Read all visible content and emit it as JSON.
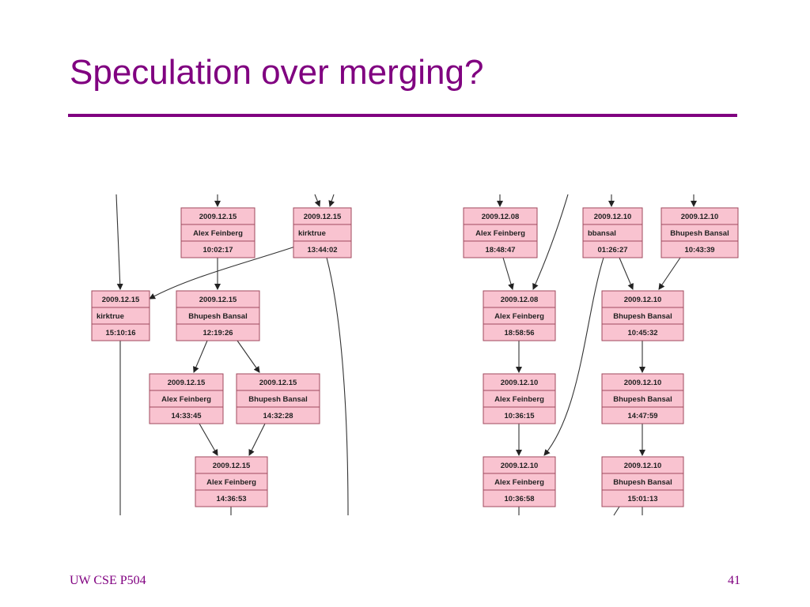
{
  "slide": {
    "title": "Speculation over merging?",
    "footer_left": "UW CSE P504",
    "page_number": "41"
  },
  "colors": {
    "title": "#800080",
    "node_fill": "#f9c3d0",
    "node_border": "#a04a5e"
  },
  "graph": {
    "nodes": [
      {
        "id": "L1",
        "date": "2009.12.15",
        "author": "Alex Feinberg",
        "time": "10:02:17"
      },
      {
        "id": "L2",
        "date": "2009.12.15",
        "author": "kirktrue",
        "time": "13:44:02"
      },
      {
        "id": "L3",
        "date": "2009.12.15",
        "author": "kirktrue",
        "time": "15:10:16"
      },
      {
        "id": "L4",
        "date": "2009.12.15",
        "author": "Bhupesh Bansal",
        "time": "12:19:26"
      },
      {
        "id": "L5",
        "date": "2009.12.15",
        "author": "Alex Feinberg",
        "time": "14:33:45"
      },
      {
        "id": "L6",
        "date": "2009.12.15",
        "author": "Bhupesh Bansal",
        "time": "14:32:28"
      },
      {
        "id": "L7",
        "date": "2009.12.15",
        "author": "Alex Feinberg",
        "time": "14:36:53"
      },
      {
        "id": "R1",
        "date": "2009.12.08",
        "author": "Alex Feinberg",
        "time": "18:48:47"
      },
      {
        "id": "R2",
        "date": "2009.12.10",
        "author": "bbansal",
        "time": "01:26:27"
      },
      {
        "id": "R3",
        "date": "2009.12.10",
        "author": "Bhupesh Bansal",
        "time": "10:43:39"
      },
      {
        "id": "R4",
        "date": "2009.12.08",
        "author": "Alex Feinberg",
        "time": "18:58:56"
      },
      {
        "id": "R5",
        "date": "2009.12.10",
        "author": "Bhupesh Bansal",
        "time": "10:45:32"
      },
      {
        "id": "R6",
        "date": "2009.12.10",
        "author": "Alex Feinberg",
        "time": "10:36:15"
      },
      {
        "id": "R7",
        "date": "2009.12.10",
        "author": "Bhupesh Bansal",
        "time": "14:47:59"
      },
      {
        "id": "R8",
        "date": "2009.12.10",
        "author": "Alex Feinberg",
        "time": "10:36:58"
      },
      {
        "id": "R9",
        "date": "2009.12.10",
        "author": "Bhupesh Bansal",
        "time": "15:01:13"
      }
    ],
    "edges": [
      [
        "L1",
        "L4"
      ],
      [
        "L2",
        "L3"
      ],
      [
        "L4",
        "L5"
      ],
      [
        "L4",
        "L6"
      ],
      [
        "L5",
        "L7"
      ],
      [
        "L6",
        "L7"
      ],
      [
        "R1",
        "R4"
      ],
      [
        "R2",
        "R5"
      ],
      [
        "R3",
        "R5"
      ],
      [
        "R4",
        "R6"
      ],
      [
        "R5",
        "R7"
      ],
      [
        "R6",
        "R8"
      ],
      [
        "R2",
        "R8"
      ],
      [
        "R7",
        "R9"
      ]
    ]
  }
}
